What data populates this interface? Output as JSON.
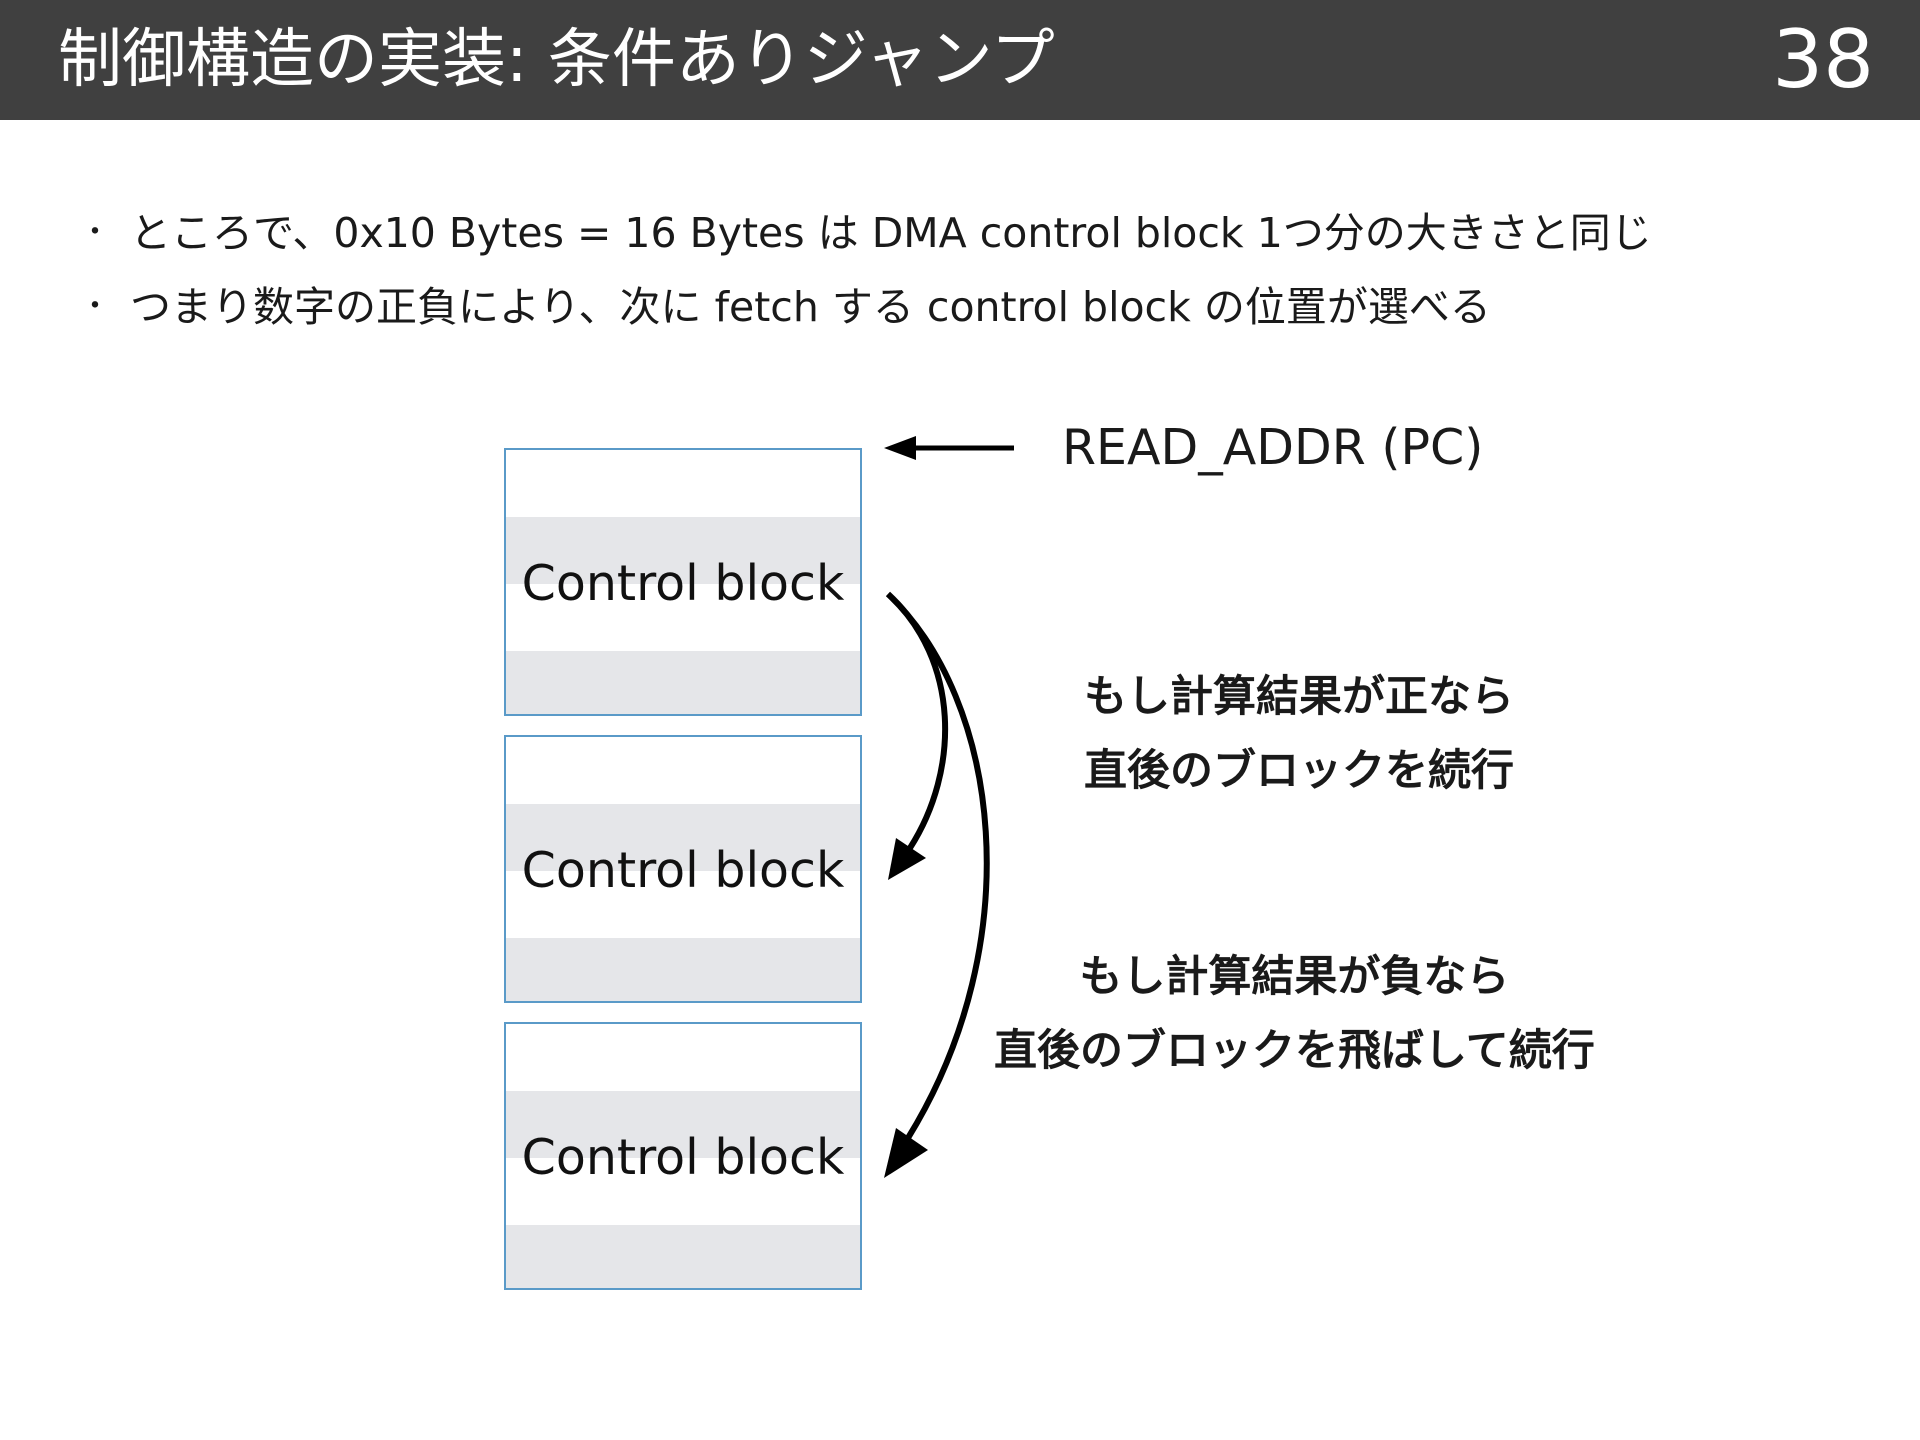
{
  "header": {
    "title": "制御構造の実装: 条件ありジャンプ",
    "page_number": "38"
  },
  "bullets": [
    "ところで、0x10 Bytes = 16 Bytes は DMA control block 1つ分の大きさと同じ",
    "つまり数字の正負により、次に fetch する control block の位置が選べる"
  ],
  "bullet_marker": "・",
  "diagram": {
    "blocks": [
      "Control block",
      "Control block",
      "Control block"
    ],
    "pointer_label": "READ_ADDR (PC)",
    "positive_note": [
      "もし計算結果が正なら",
      "直後のブロックを続行"
    ],
    "negative_note": [
      "もし計算結果が負なら",
      "直後のブロックを飛ばして続行"
    ]
  },
  "colors": {
    "header_bg": "#404040",
    "block_border": "#5a9ac8",
    "block_band": "#e5e6e9"
  }
}
